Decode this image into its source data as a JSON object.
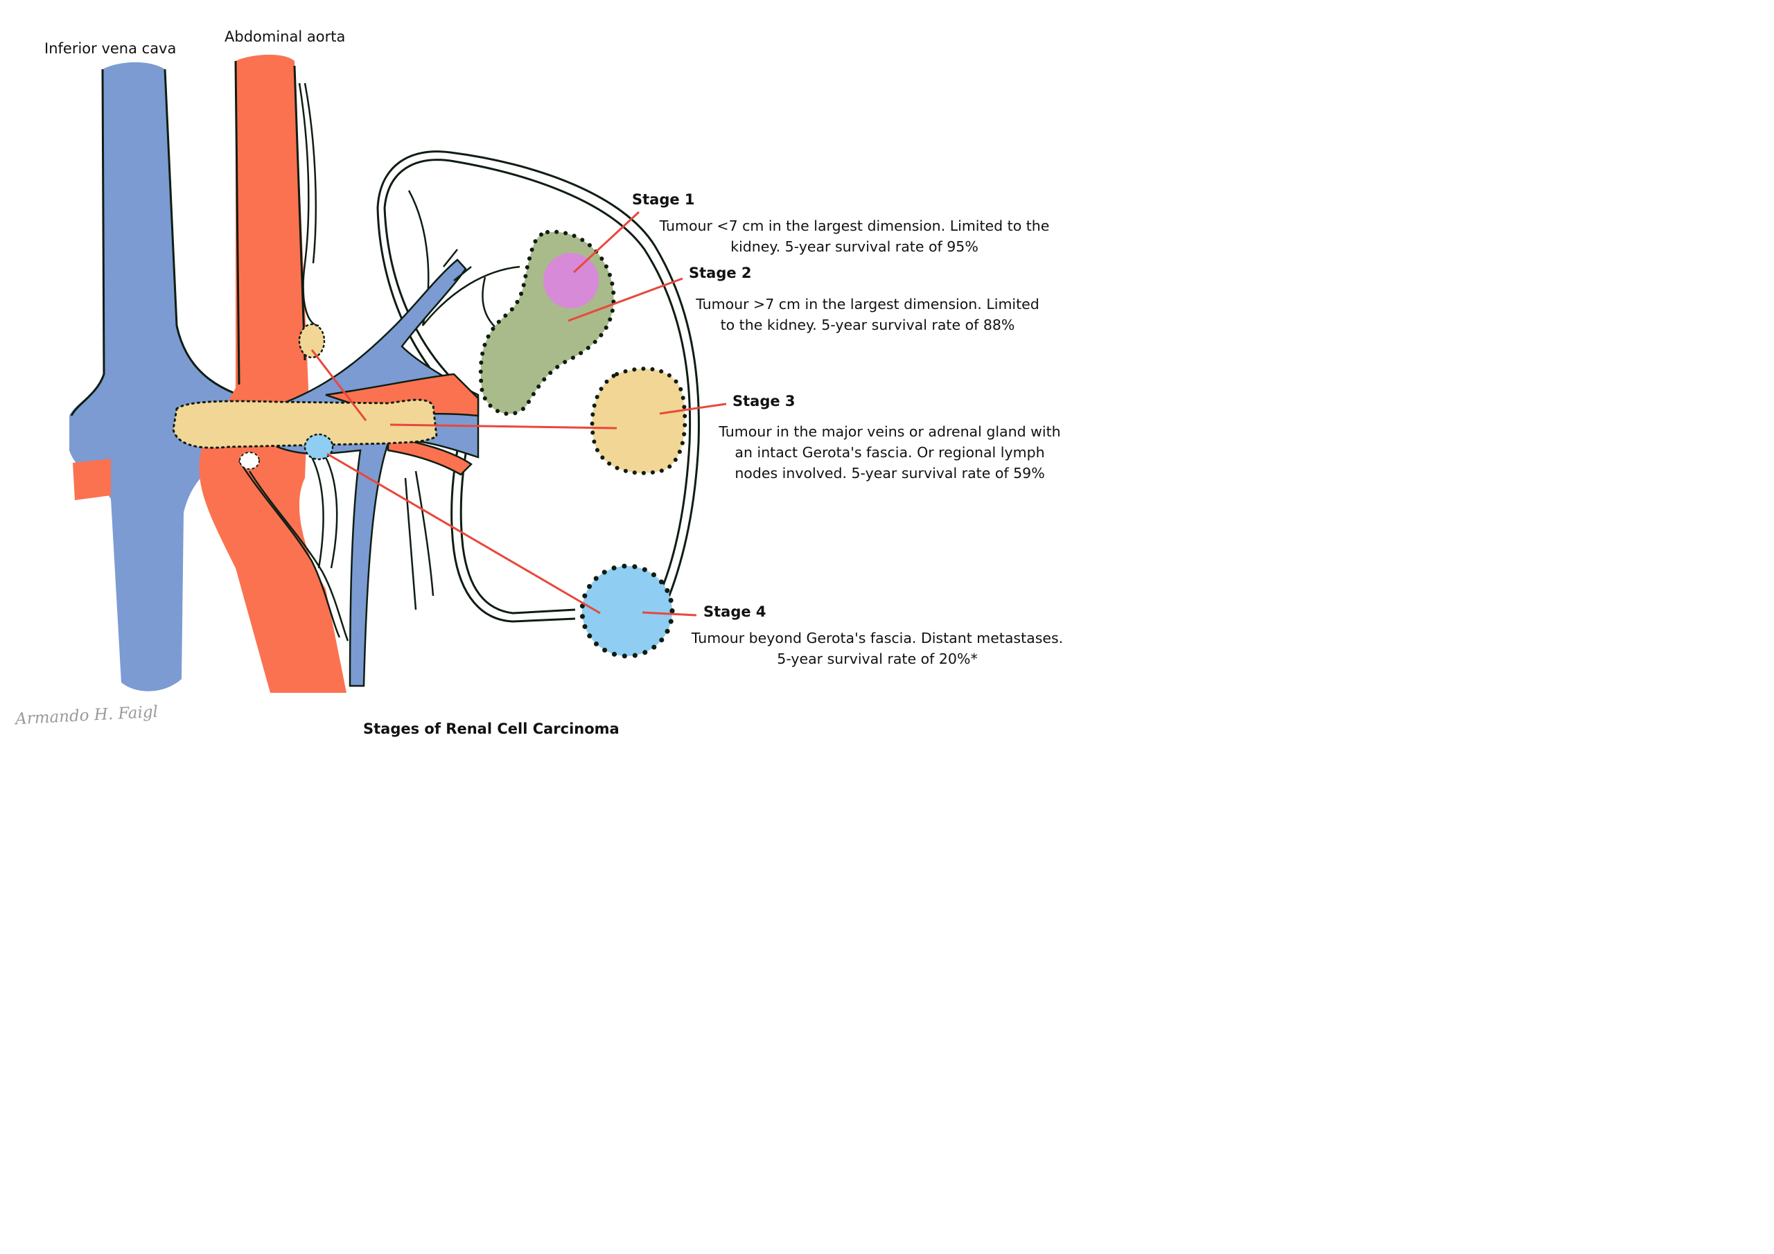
{
  "labels": {
    "ivc": "Inferior vena cava",
    "aorta": "Abdominal aorta"
  },
  "stages": [
    {
      "heading": "Stage 1",
      "lines": [
        "Tumour <7 cm in the largest dimension. Limited to the",
        "kidney. 5-year survival rate of 95%"
      ]
    },
    {
      "heading": "Stage 2",
      "lines": [
        "Tumour >7 cm in the largest dimension. Limited",
        "to the kidney. 5-year survival rate of 88%"
      ]
    },
    {
      "heading": "Stage 3",
      "lines": [
        "Tumour in the major veins or adrenal gland with",
        "an intact Gerota's fascia. Or regional lymph",
        "nodes involved. 5-year survival rate of 59%"
      ]
    },
    {
      "heading": "Stage 4",
      "lines": [
        "Tumour beyond Gerota's fascia. Distant metastases.",
        "5-year survival rate of 20%*"
      ]
    }
  ],
  "caption": "Stages of Renal Cell Carcinoma",
  "signature": "Armando H. Faigl",
  "colors": {
    "vein": "#7b9bd2",
    "artery": "#fb7251",
    "stage1": "#d68ad8",
    "stage2": "#a9bb8b",
    "stage3": "#f1d696",
    "stage4": "#8fcdf2",
    "pointer": "#e8483c",
    "outline": "#0f1d12"
  }
}
